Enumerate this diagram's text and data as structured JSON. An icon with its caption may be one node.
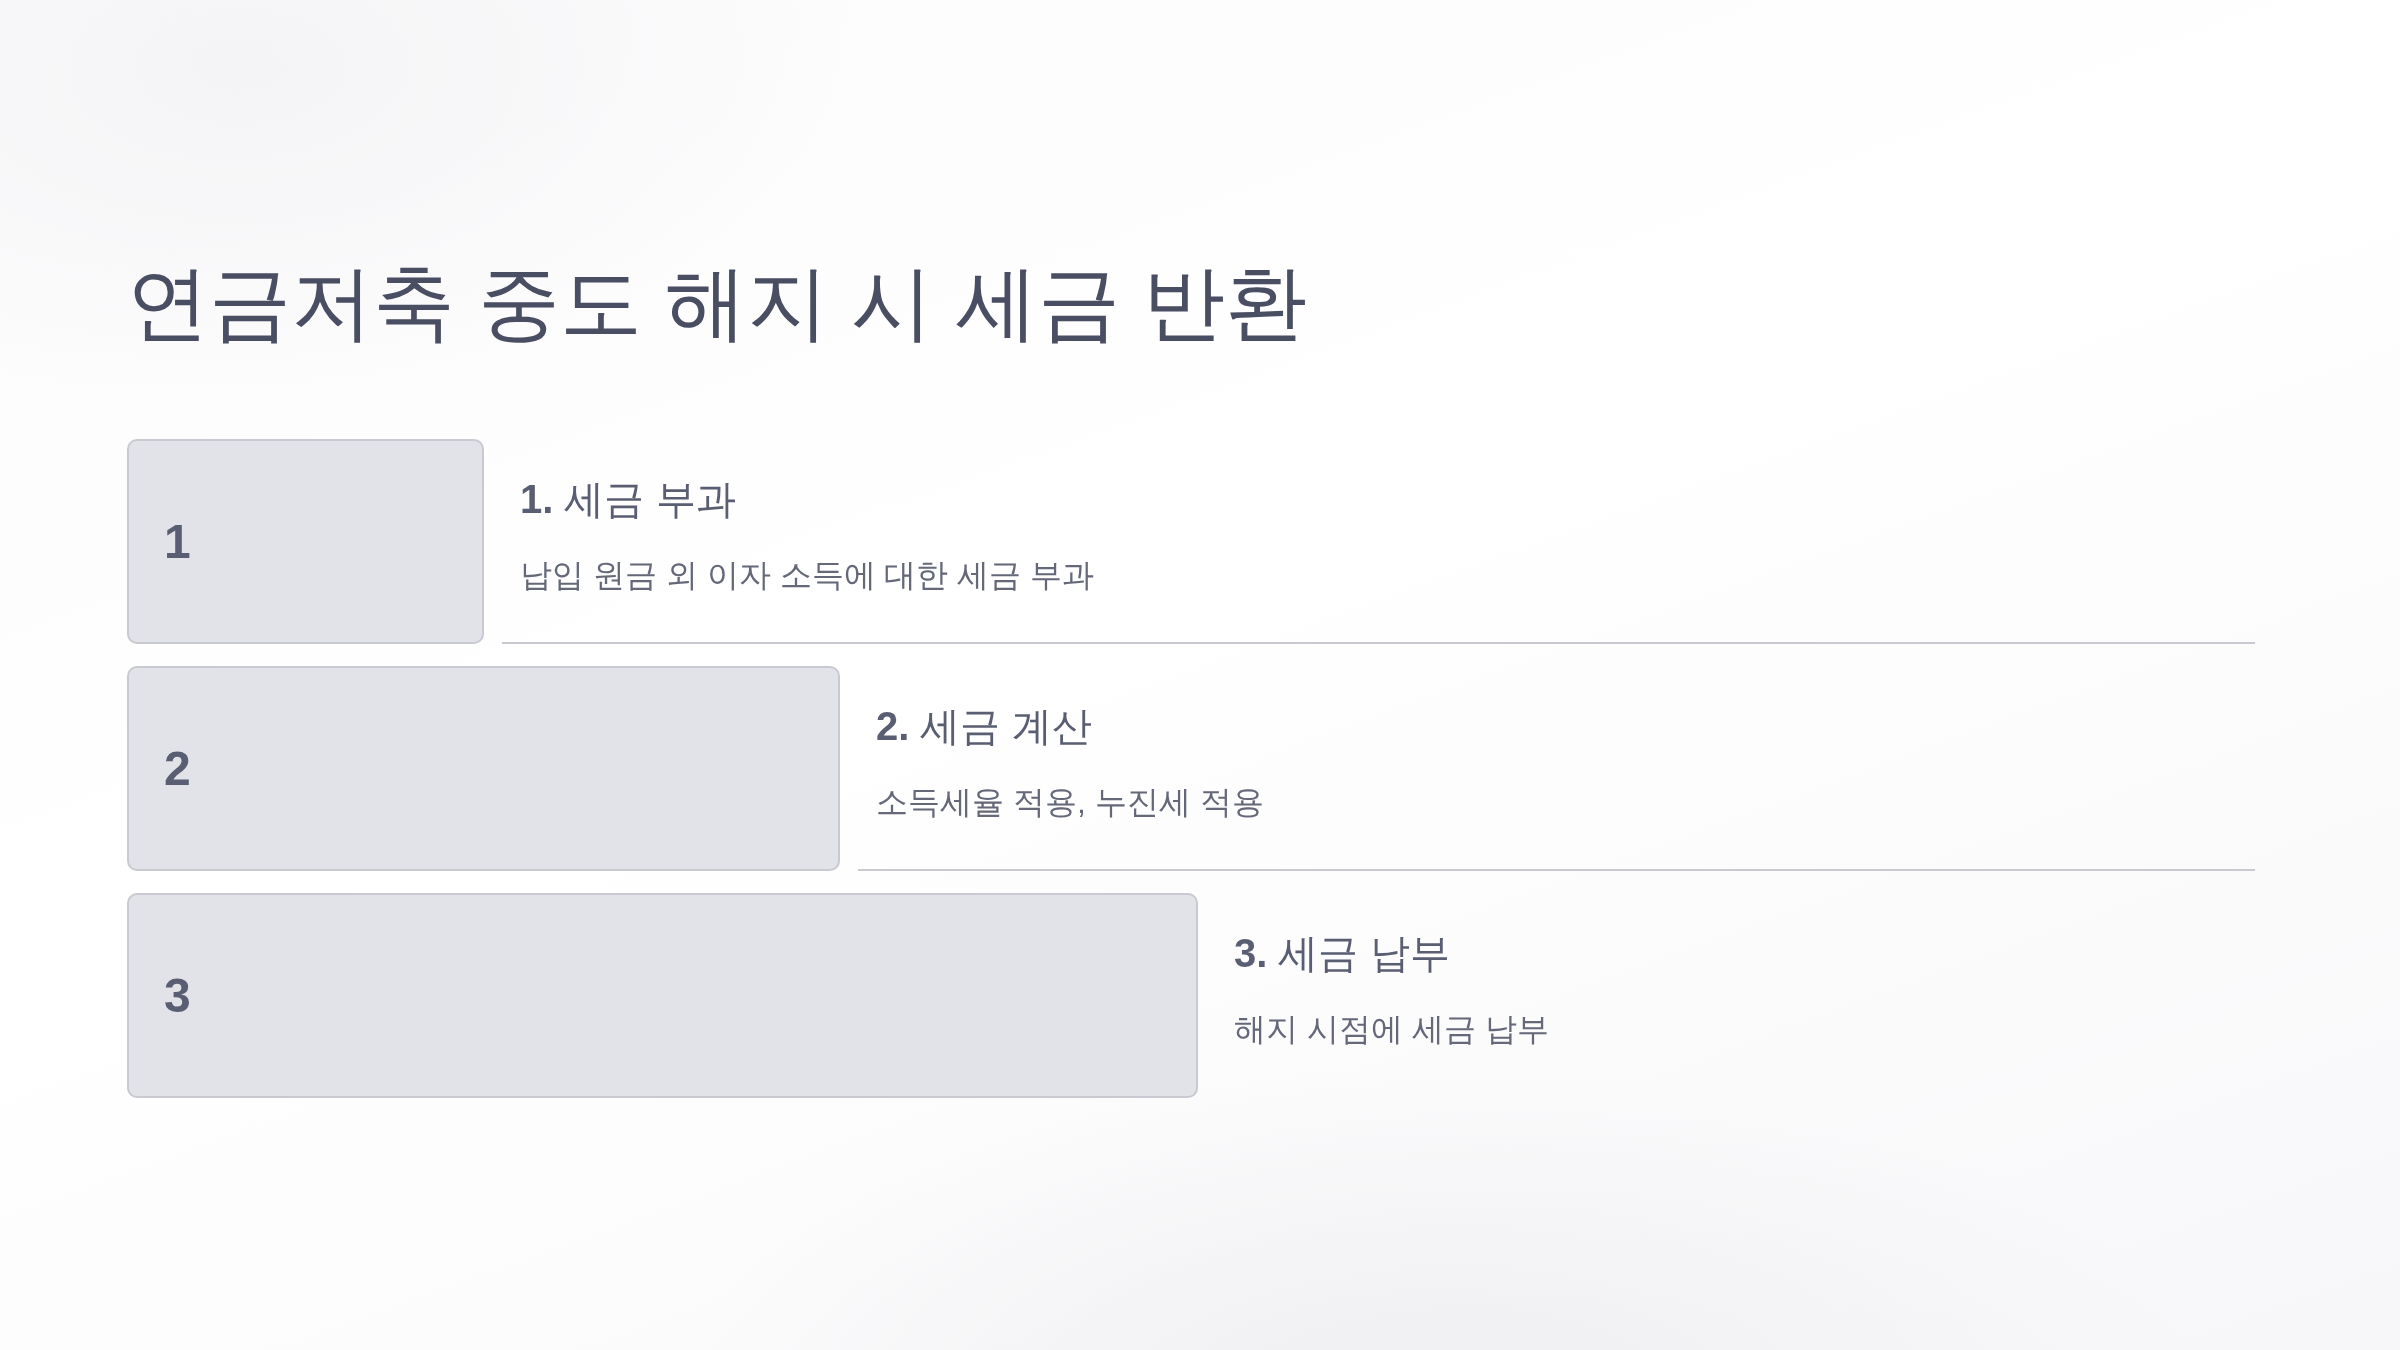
{
  "diagram": {
    "title": "연금저축 중도 해지 시 세금 반환",
    "nodes": [
      {
        "text": [
          "1"
        ],
        "beside": [
          "**1.** 세금 부과",
          "납입 원금 외 이자 소득에 대한 세금 부과"
        ]
      },
      {
        "text": [
          "2"
        ],
        "beside": [
          "**2.** 세금 계산",
          "소득세율 적용, 누진세 적용"
        ]
      },
      {
        "text": [
          "3"
        ],
        "beside": [
          "**3.** 세금 납부",
          "해지 시점에 세금 납부"
        ]
      }
    ]
  }
}
